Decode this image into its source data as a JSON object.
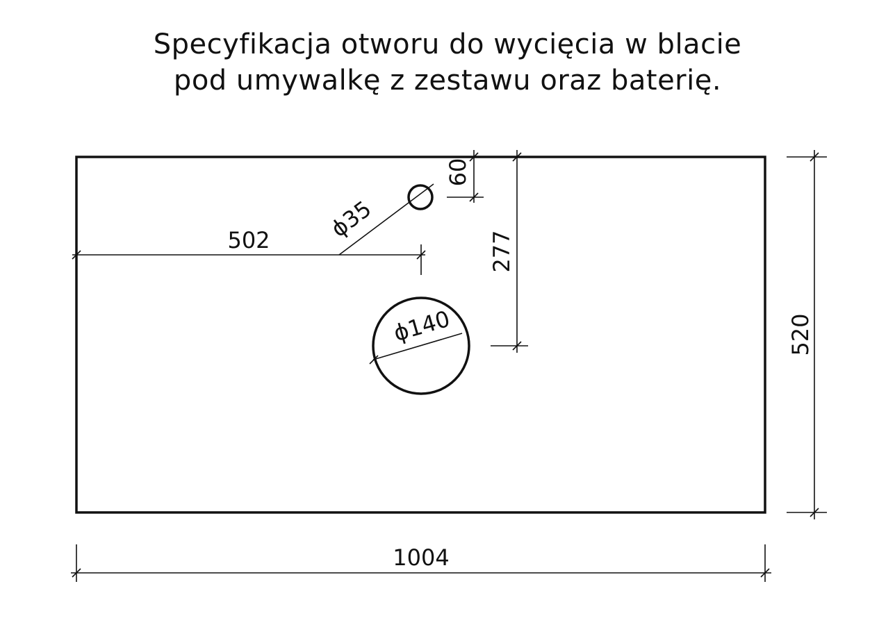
{
  "title": {
    "line1": "Specyfikacja otworu do wycięcia w blacie",
    "line2": "pod umywalkę z zestawu oraz baterię."
  },
  "dimensions": {
    "overall_width": "1004",
    "overall_depth": "520",
    "tap_hole_diameter": "ϕ35",
    "tap_hole_offset_from_back": "60",
    "basin_hole_diameter": "ϕ140",
    "basin_hole_offset_from_back": "277",
    "hole_offset_from_left": "502"
  }
}
